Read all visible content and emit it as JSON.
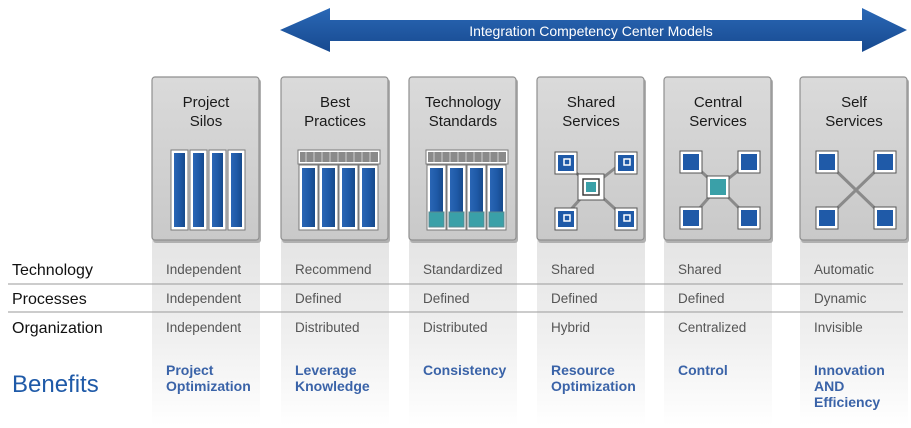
{
  "banner": {
    "title": "Integration Competency Center Models"
  },
  "rows": [
    {
      "label": "Technology",
      "values": [
        "Independent",
        "Recommend",
        "Standardized",
        "Shared",
        "Shared",
        "Automatic"
      ]
    },
    {
      "label": "Processes",
      "values": [
        "Independent",
        "Defined",
        "Defined",
        "Defined",
        "Defined",
        "Dynamic"
      ]
    },
    {
      "label": "Organization",
      "values": [
        "Independent",
        "Distributed",
        "Distributed",
        "Hybrid",
        "Centralized",
        "Invisible"
      ]
    }
  ],
  "benefits": {
    "label": "Benefits",
    "values": [
      [
        "Project",
        "Optimization"
      ],
      [
        "Leverage",
        "Knowledge"
      ],
      [
        "Consistency"
      ],
      [
        "Resource",
        "Optimization"
      ],
      [
        "Control"
      ],
      [
        "Innovation",
        "AND",
        "Efficiency"
      ]
    ]
  },
  "stages": [
    {
      "title": [
        "Project",
        "Silos"
      ],
      "icon": "silo-bars-icon"
    },
    {
      "title": [
        "Best",
        "Practices"
      ],
      "icon": "practices-bars-icon"
    },
    {
      "title": [
        "Technology",
        "Standards"
      ],
      "icon": "standards-bars-icon"
    },
    {
      "title": [
        "Shared",
        "Services"
      ],
      "icon": "shared-hub-icon"
    },
    {
      "title": [
        "Central",
        "Services"
      ],
      "icon": "central-hub-icon"
    },
    {
      "title": [
        "Self",
        "Services"
      ],
      "icon": "self-mesh-icon"
    }
  ],
  "colors": {
    "arrow": "#1f5aa8",
    "bar": "#1f5aa8",
    "accent": "#3aa0a8",
    "benefit": "#3a63a8",
    "panel": "#d3d3d3"
  }
}
